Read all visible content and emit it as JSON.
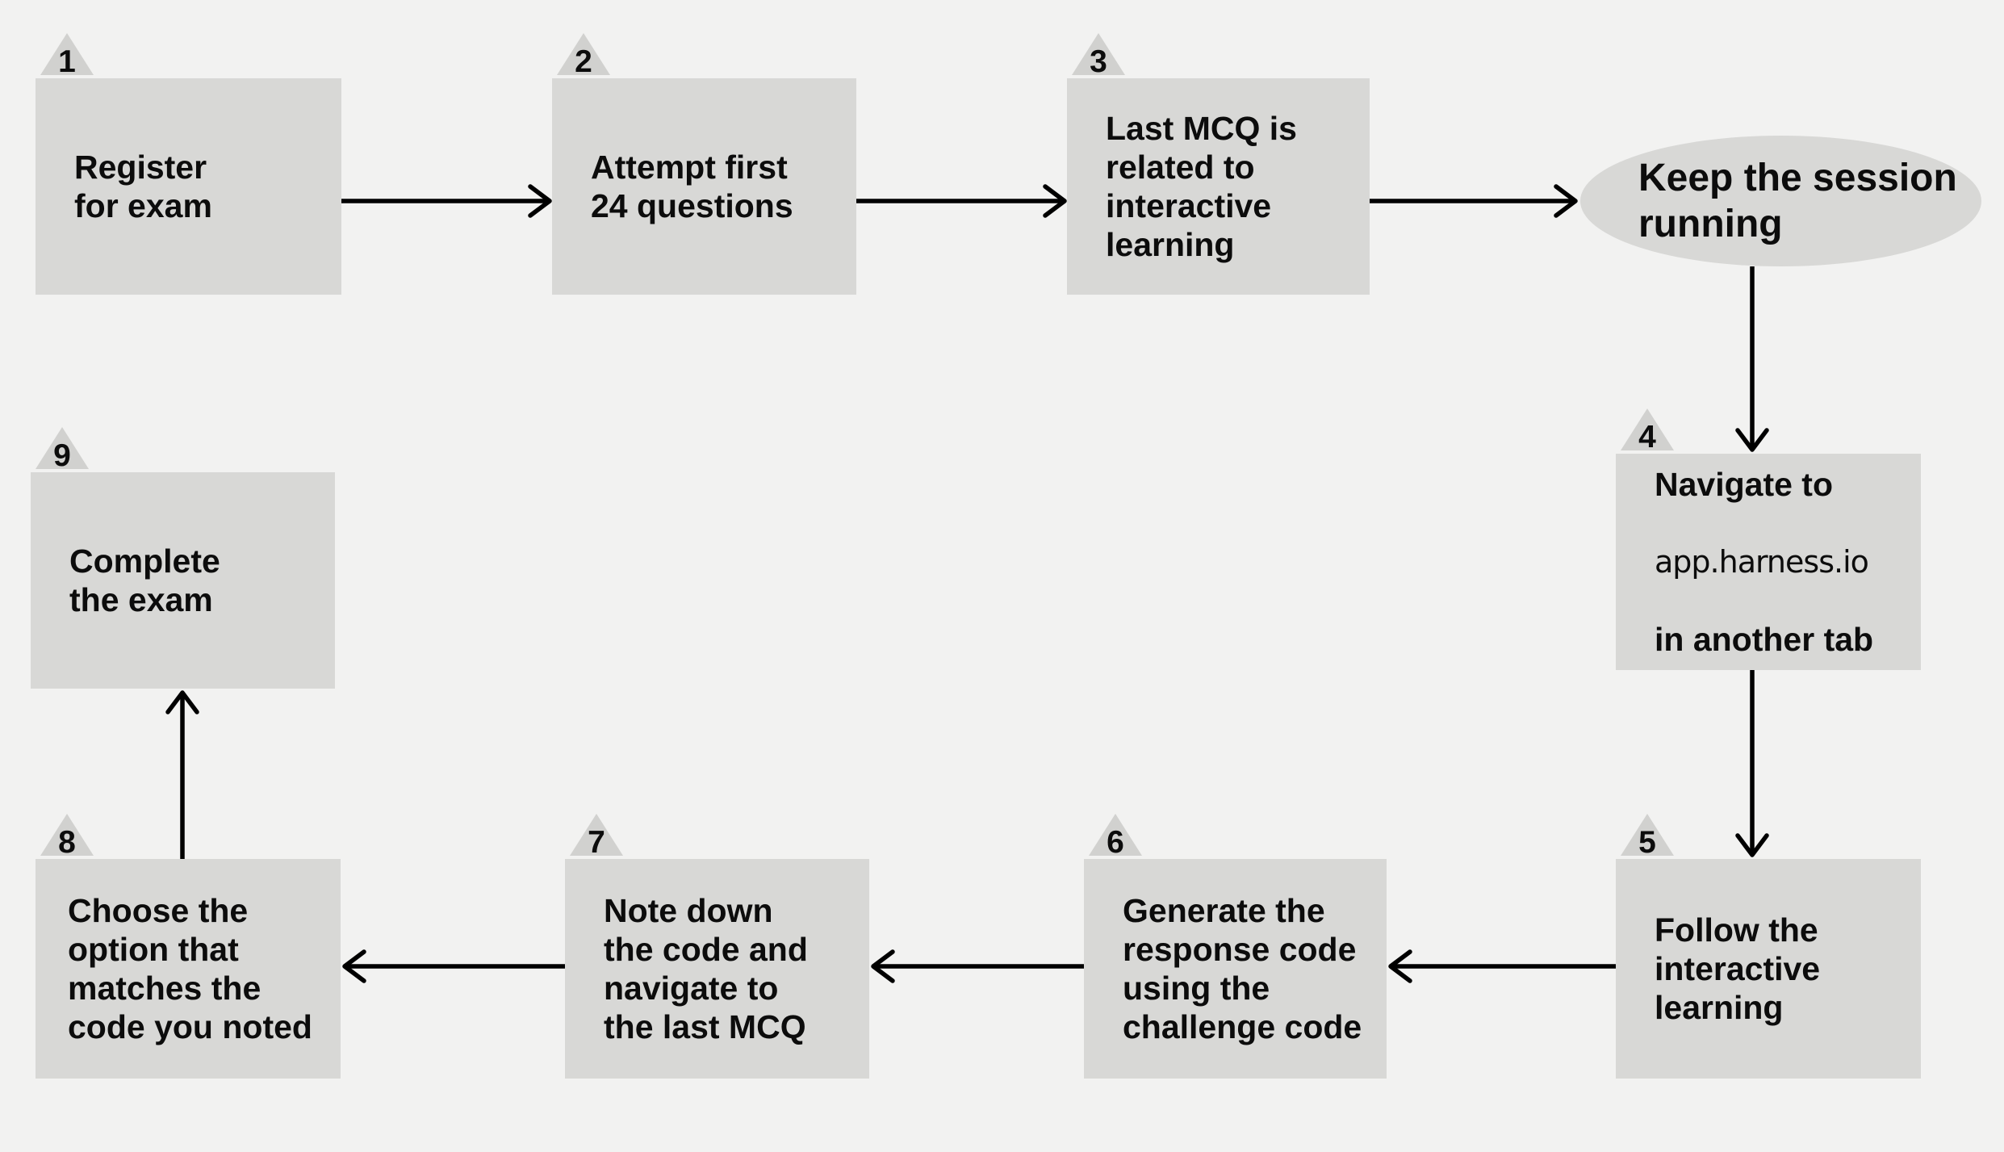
{
  "flowchart": {
    "nodes": [
      {
        "number": "1",
        "shape": "rectangle",
        "label": "Register\nfor exam"
      },
      {
        "number": "2",
        "shape": "rectangle",
        "label": "Attempt first\n24 questions"
      },
      {
        "number": "3",
        "shape": "rectangle",
        "label": "Last MCQ is\nrelated to\ninteractive\nlearning"
      },
      {
        "number": "",
        "shape": "ellipse",
        "label": "Keep the session\nrunning"
      },
      {
        "number": "4",
        "shape": "rectangle",
        "lines": [
          "Navigate to",
          "app.harness.io",
          "in another tab"
        ]
      },
      {
        "number": "5",
        "shape": "rectangle",
        "label": "Follow the\ninteractive\nlearning"
      },
      {
        "number": "6",
        "shape": "rectangle",
        "label": "Generate the\nresponse code\nusing the\nchallenge code"
      },
      {
        "number": "7",
        "shape": "rectangle",
        "label": "Note down\nthe code and\nnavigate to\nthe last MCQ"
      },
      {
        "number": "8",
        "shape": "rectangle",
        "label": "Choose the\noption that\nmatches the\ncode you noted"
      },
      {
        "number": "9",
        "shape": "rectangle",
        "label": "Complete\nthe exam"
      }
    ],
    "connections": [
      {
        "from": "1",
        "to": "2"
      },
      {
        "from": "2",
        "to": "3"
      },
      {
        "from": "3",
        "to": "Keep the session running"
      },
      {
        "from": "Keep the session running",
        "to": "4"
      },
      {
        "from": "4",
        "to": "5"
      },
      {
        "from": "5",
        "to": "6"
      },
      {
        "from": "6",
        "to": "7"
      },
      {
        "from": "7",
        "to": "8"
      },
      {
        "from": "8",
        "to": "9"
      }
    ]
  },
  "colors": {
    "background": "#f2f2f1",
    "node_fill": "#d8d8d6",
    "badge_fill": "#d1d1cf",
    "text": "#0c0c0c",
    "arrow": "#000000"
  }
}
